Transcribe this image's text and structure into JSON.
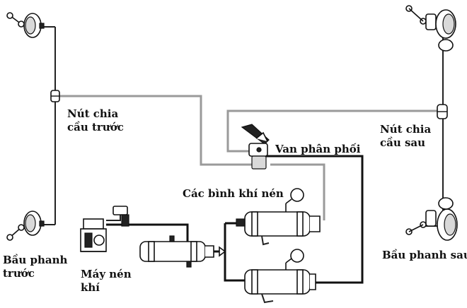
{
  "labels": {
    "front_split": [
      "Nút chia",
      "cầu trước"
    ],
    "rear_split": [
      "Nút chia",
      "cầu sau"
    ],
    "distribution_valve": "Van phân phối",
    "air_tanks": "Các bình khí nén",
    "front_chamber": [
      "Bầu phanh",
      "trước"
    ],
    "rear_chamber": "Bầu phanh sau",
    "compressor": [
      "Máy nén",
      "khí"
    ]
  }
}
